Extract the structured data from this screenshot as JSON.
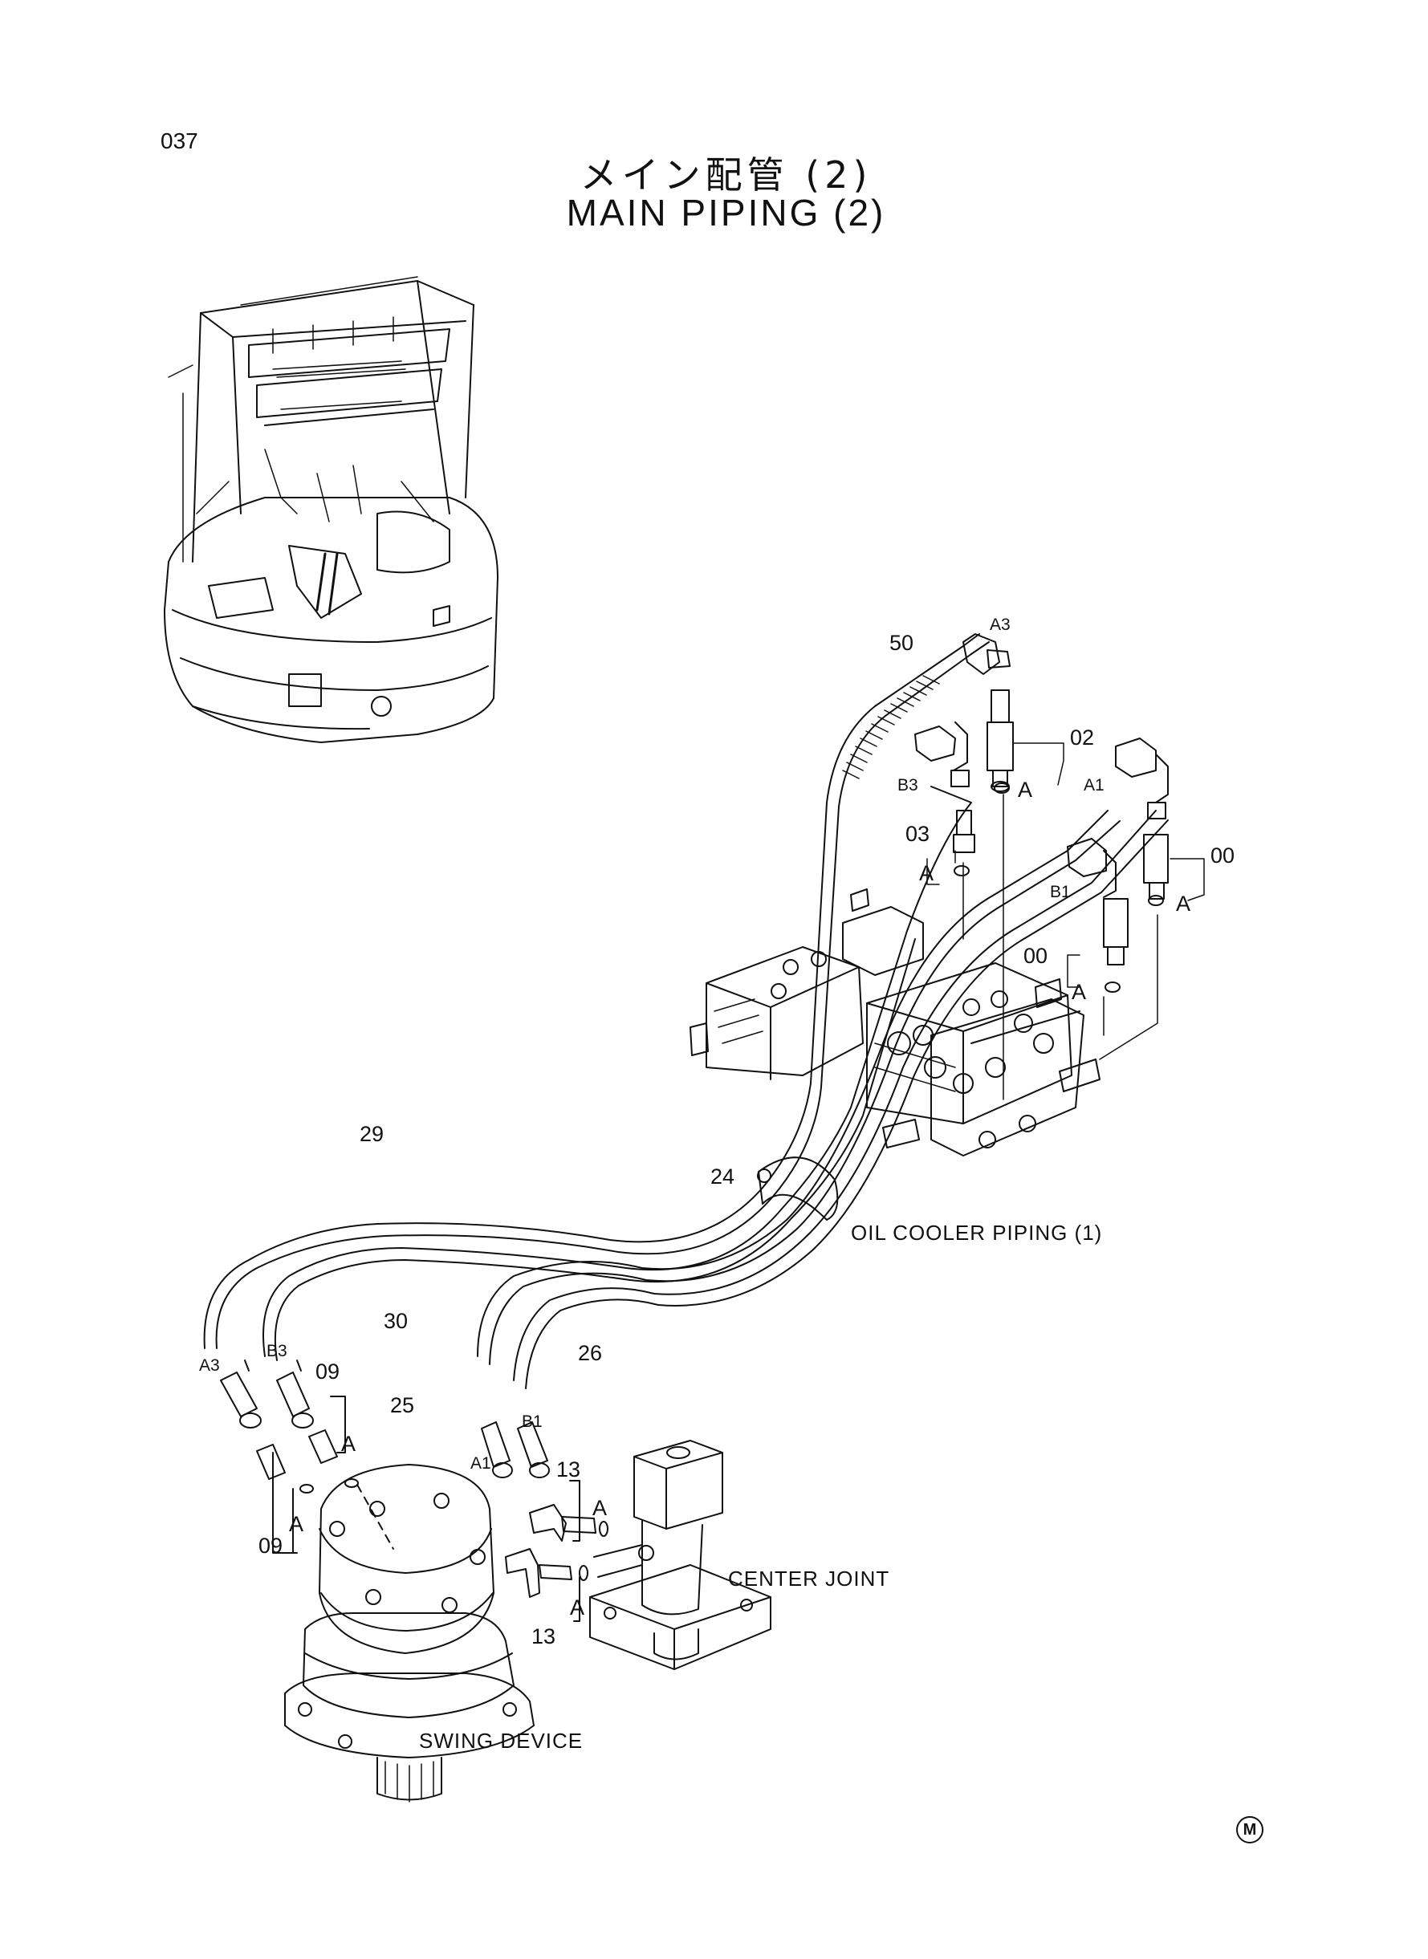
{
  "page": {
    "number": "037",
    "title_jp": "メイン配管 (2)",
    "title_en": "MAIN PIPING (2)",
    "corner_mark": "M"
  },
  "labels": {
    "p50": "50",
    "pA3_top": "A3",
    "p02": "02",
    "pA_top1": "A",
    "pA1_top": "A1",
    "pB3_top": "B3",
    "p03": "03",
    "pA_03": "A",
    "p00_right": "00",
    "pA_right": "A",
    "pB1_top": "B1",
    "p00_mid": "00",
    "pA_mid": "A",
    "p24": "24",
    "p29": "29",
    "p30": "30",
    "p26": "26",
    "p25": "25",
    "pA3_left": "A3",
    "pB3_left": "B3",
    "p09_top": "09",
    "pA_09": "A",
    "p09_bot": "09",
    "pA_09b": "A",
    "pB1_bot": "B1",
    "pA1_bot": "A1",
    "p13_top": "13",
    "pA_13": "A",
    "p13_bot": "13",
    "pA_13b": "A"
  },
  "components": {
    "oil_cooler": "OIL COOLER PIPING (1)",
    "center_joint": "CENTER JOINT",
    "swing_device": "SWING DEVICE"
  }
}
